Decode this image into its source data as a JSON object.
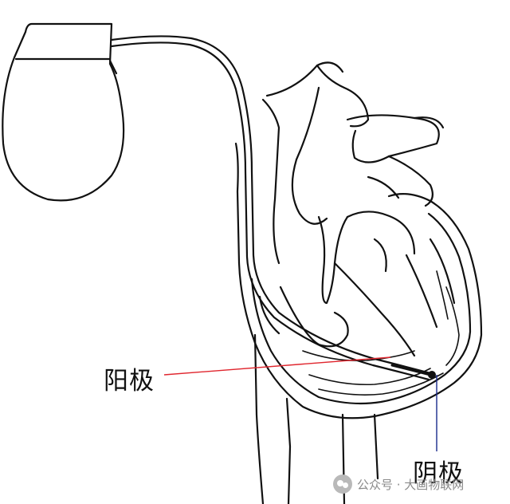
{
  "labels": {
    "anode": "阳极",
    "cathode": "阴极"
  },
  "watermark": {
    "text": "公众号 · 大画物联网",
    "icon": "wechat-icon"
  },
  "colors": {
    "anode_line": "#e0262e",
    "cathode_line": "#1a2a8c",
    "outline": "#111111",
    "watermark": "#8a8a8a"
  }
}
